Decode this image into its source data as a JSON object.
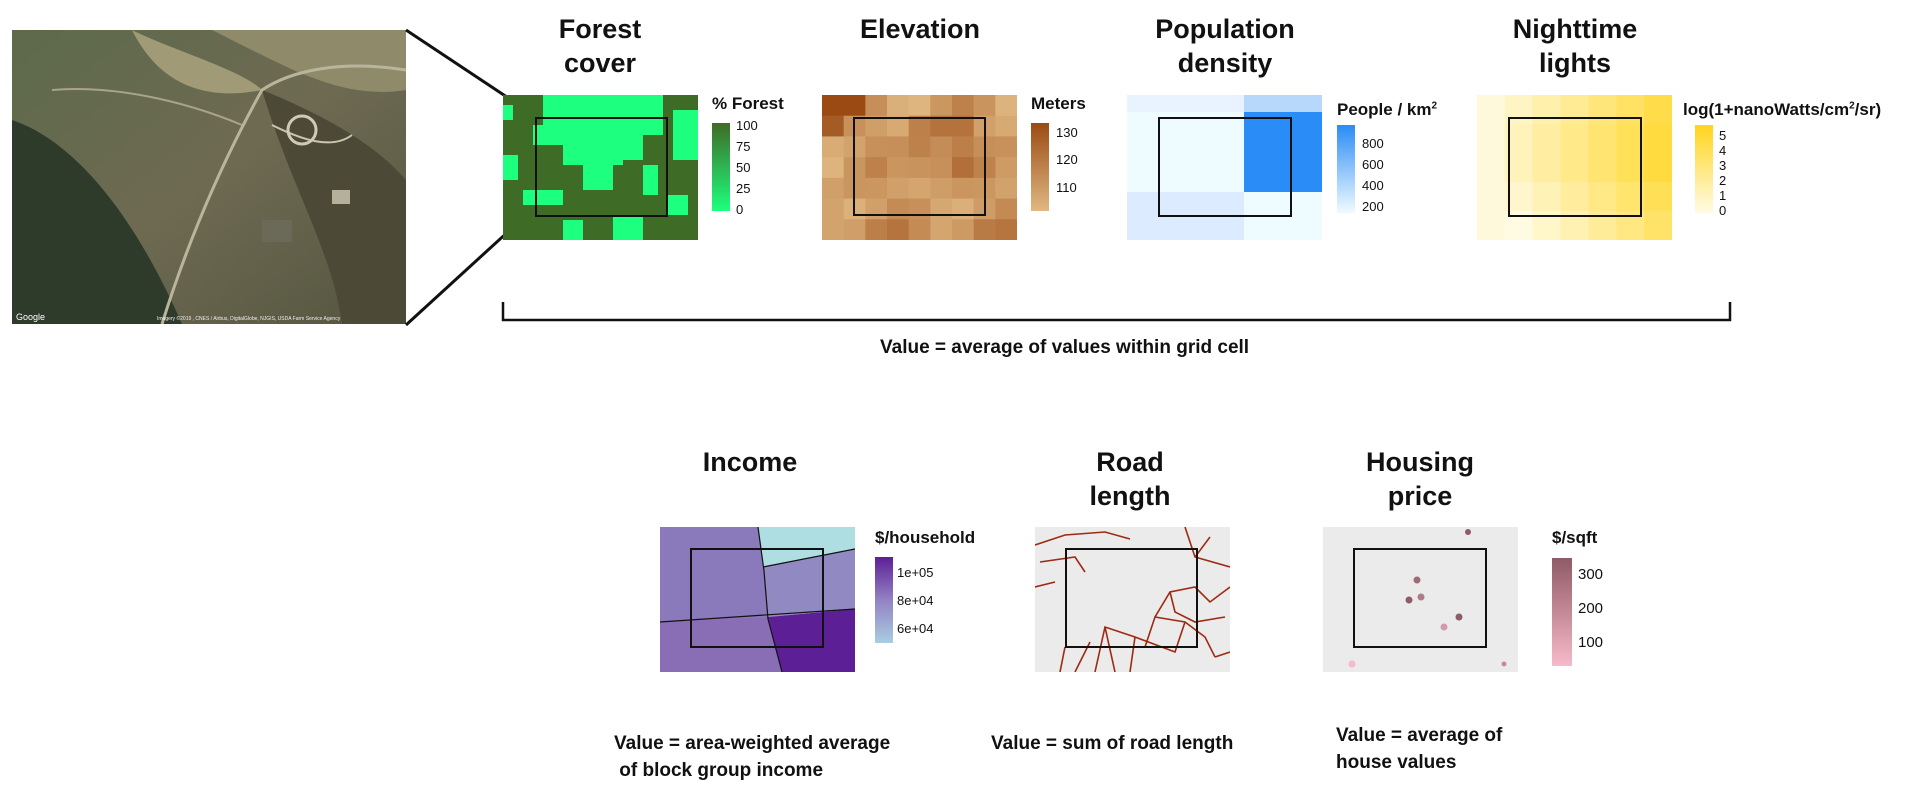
{
  "satellite": {
    "google_mark": "Google",
    "credit": "Imagery ©2019 , CNES / Airbus, DigitalGlobe, NJGIS, USDA Farm Service Agency"
  },
  "panels": {
    "forest": {
      "title": [
        "Forest",
        "cover"
      ],
      "legend_title": "% Forest",
      "ticks": [
        "100",
        "75",
        "50",
        "25",
        "0"
      ],
      "colors": {
        "low": "#1dff7f",
        "high": "#3e6b26"
      }
    },
    "elevation": {
      "title": [
        "Elevation"
      ],
      "legend_title": "Meters",
      "ticks": [
        "130",
        "120",
        "110"
      ],
      "colors": {
        "low": "#e0b882",
        "high": "#9b4a14"
      }
    },
    "population": {
      "title": [
        "Population",
        "density"
      ],
      "legend_title_parts": [
        "People / km",
        "2"
      ],
      "ticks": [
        "800",
        "600",
        "400",
        "200"
      ],
      "colors": {
        "low": "#f0fbff",
        "high": "#2a8cf6"
      }
    },
    "lights": {
      "title": [
        "Nighttime",
        "lights"
      ],
      "legend_title_parts": [
        "log(1+nanoWatts/cm",
        "2",
        "/sr)"
      ],
      "ticks": [
        "5",
        "4",
        "3",
        "2",
        "1",
        "0"
      ],
      "colors": {
        "low": "#fffbe6",
        "high": "#ffd41c"
      }
    },
    "income": {
      "title": [
        "Income"
      ],
      "legend_title": "$/household",
      "ticks": [
        "1e+05",
        "8e+04",
        "6e+04"
      ],
      "colors": {
        "low": "#a9cde0",
        "high": "#5d1f96"
      }
    },
    "roads": {
      "title": [
        "Road",
        "length"
      ],
      "colors": {
        "line": "#9e2a12",
        "bg": "#ebebeb"
      }
    },
    "housing": {
      "title": [
        "Housing",
        "price"
      ],
      "legend_title": "$/sqft",
      "ticks": [
        "300",
        "200",
        "100"
      ],
      "colors": {
        "low": "#f7bacb",
        "high": "#8e5b66"
      }
    }
  },
  "captions": {
    "top": "Value = average of values within grid cell",
    "income": [
      "Value = area-weighted average",
      " of block group income"
    ],
    "roads": "Value = sum of road length",
    "housing": [
      "Value = average of",
      "house values"
    ]
  }
}
